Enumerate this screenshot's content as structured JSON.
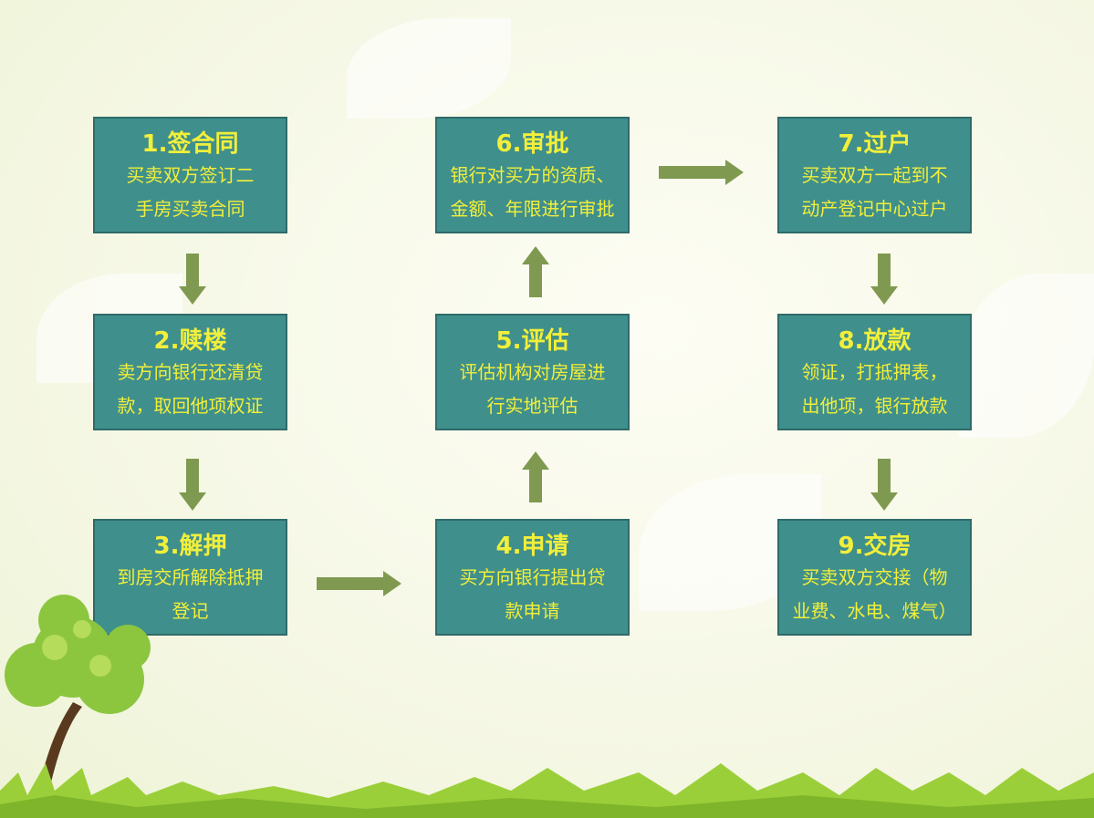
{
  "steps": [
    {
      "title": "1.签合同",
      "line1": "买卖双方签订二",
      "line2": "手房买卖合同"
    },
    {
      "title": "2.赎楼",
      "line1": "卖方向银行还清贷",
      "line2": "款，取回他项权证"
    },
    {
      "title": "3.解押",
      "line1": "到房交所解除抵押",
      "line2": "登记"
    },
    {
      "title": "4.申请",
      "line1": "买方向银行提出贷",
      "line2": "款申请"
    },
    {
      "title": "5.评估",
      "line1": "评估机构对房屋进",
      "line2": "行实地评估"
    },
    {
      "title": "6.审批",
      "line1": "银行对买方的资质、",
      "line2": "金额、年限进行审批"
    },
    {
      "title": "7.过户",
      "line1": "买卖双方一起到不",
      "line2": "动产登记中心过户"
    },
    {
      "title": "8.放款",
      "line1": "领证，打抵押表，",
      "line2": "出他项，银行放款"
    },
    {
      "title": "9.交房",
      "line1": "买卖双方交接（物",
      "line2": "业费、水电、煤气）"
    }
  ],
  "colors": {
    "box": "#3f8f8c",
    "border": "#2f6b69",
    "text": "#f2ef3a",
    "arrow": "#7f9a50"
  }
}
